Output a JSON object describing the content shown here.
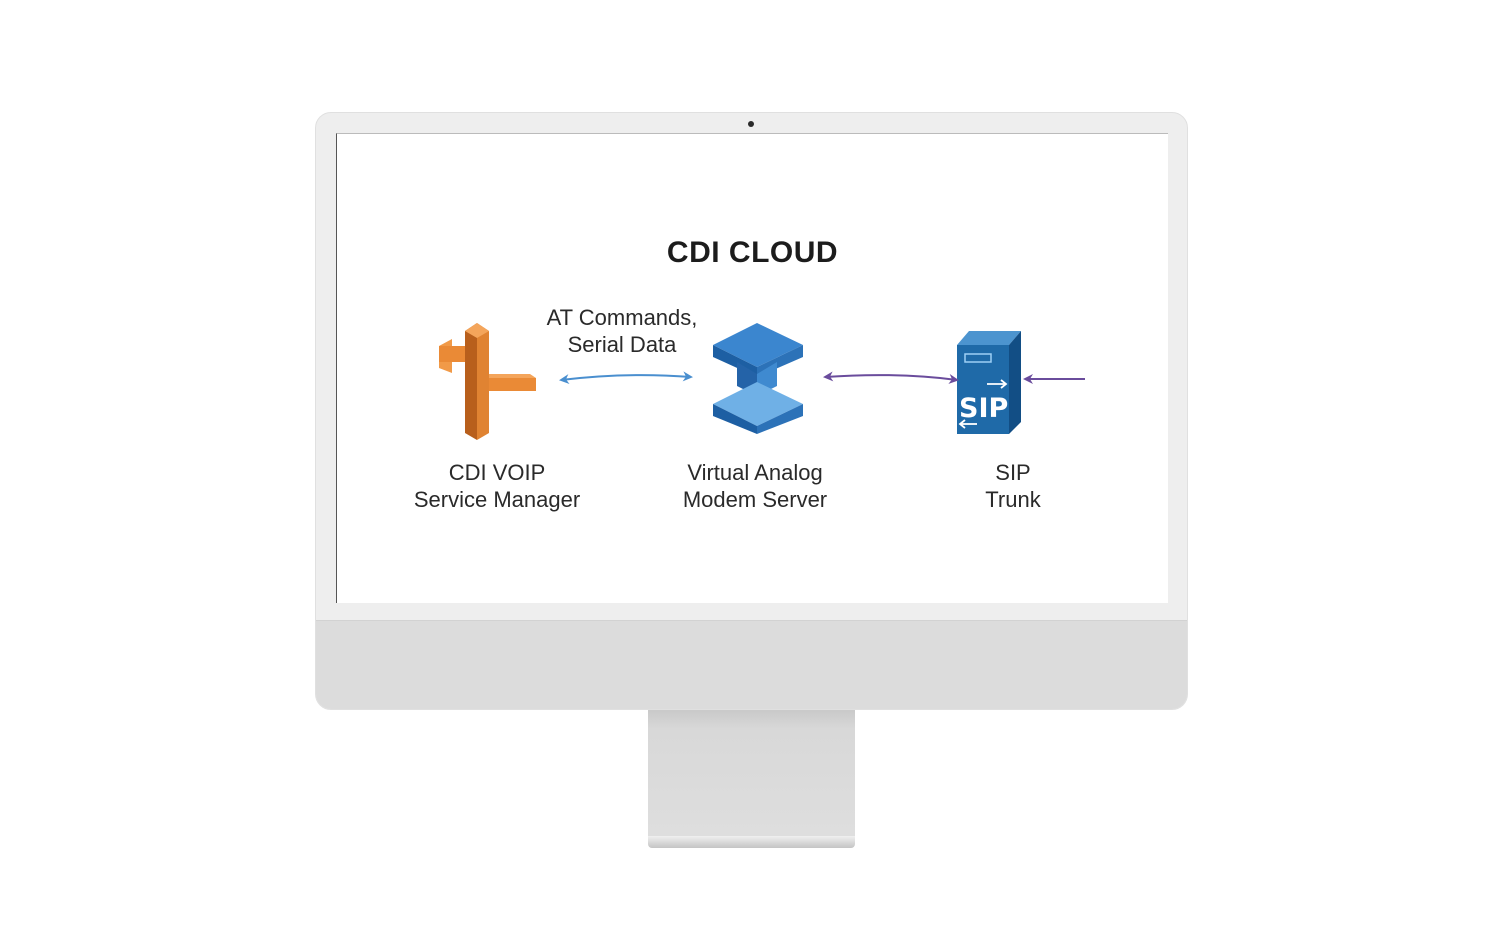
{
  "diagram": {
    "title": "CDI CLOUD",
    "edge_label": {
      "line1": "AT Commands,",
      "line2": "Serial Data"
    },
    "nodes": [
      {
        "line1": "CDI VOIP",
        "line2": "Service Manager",
        "icon": "service-manager-icon"
      },
      {
        "line1": "Virtual Analog",
        "line2": "Modem Server",
        "icon": "modem-server-icon"
      },
      {
        "line1": "SIP",
        "line2": "Trunk",
        "icon": "sip-server-icon"
      }
    ],
    "sip_icon_text": "SIP",
    "colors": {
      "orange": "#e98a33",
      "blue": "#2f78c4",
      "arrow_blue": "#4a8fcf",
      "arrow_purple": "#6a4c9c"
    }
  }
}
